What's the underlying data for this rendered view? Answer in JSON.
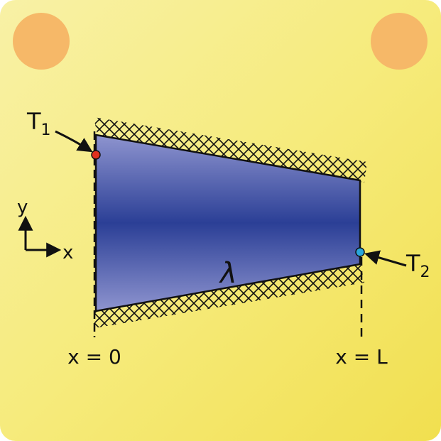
{
  "labels": {
    "t1_main": "T",
    "t1_sub": "1",
    "t2_main": "T",
    "t2_sub": "2",
    "axis_y": "y",
    "axis_x": "x",
    "conductivity": "λ",
    "x_start": "x = 0",
    "x_end": "x = L"
  },
  "colors": {
    "card_background": "#f7e870",
    "pin_color": "#f6b868",
    "solid_fill_center": "#2b3f96",
    "solid_fill_edge": "#8e94cf",
    "point_t1": "#e0301e",
    "point_t2": "#2aa6dc",
    "ink": "#111111"
  },
  "icons": {
    "pin_left": "pin-dot-icon",
    "pin_right": "pin-dot-icon",
    "axis_glyph": "xy-axis-icon"
  }
}
